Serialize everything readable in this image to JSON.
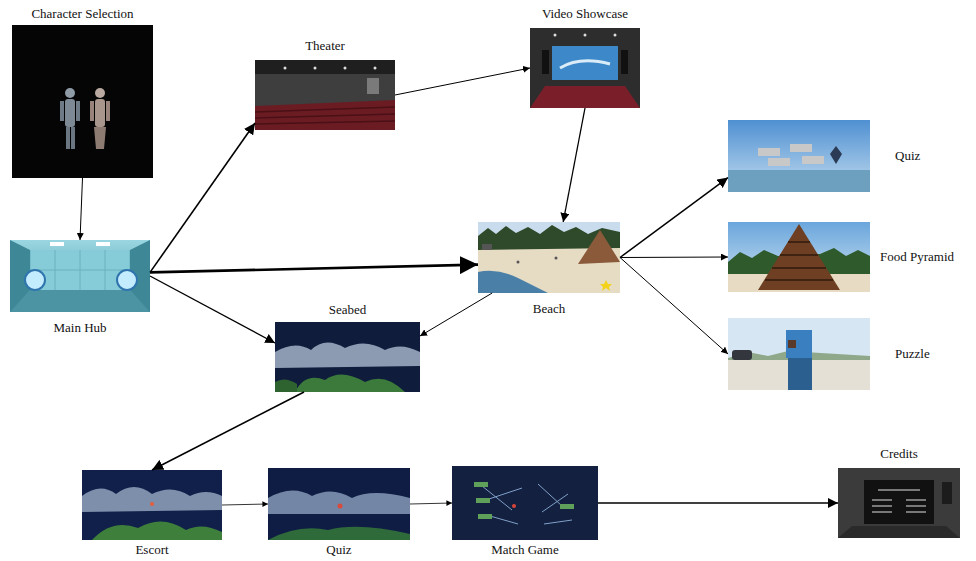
{
  "diagram": {
    "nodes": [
      {
        "text": [
          "Character Selection"
        ]
      },
      {
        "text": [
          "Main Hub"
        ]
      },
      {
        "text": [
          "Theater"
        ]
      },
      {
        "text": [
          "Video Showcase"
        ]
      },
      {
        "text": [
          "Beach"
        ]
      },
      {
        "text": [
          "Quiz"
        ]
      },
      {
        "text": [
          "Food Pyramid"
        ]
      },
      {
        "text": [
          "Puzzle"
        ]
      },
      {
        "text": [
          "Seabed"
        ]
      },
      {
        "text": [
          "Escort"
        ]
      },
      {
        "text": [
          "Quiz"
        ]
      },
      {
        "text": [
          "Match Game"
        ]
      },
      {
        "text": [
          "Credits"
        ]
      }
    ],
    "edges": [
      {
        "from": 0,
        "to": 1,
        "arrow": "to"
      },
      {
        "from": 1,
        "to": 2,
        "arrow": "to"
      },
      {
        "from": 1,
        "to": 4,
        "arrow": "to"
      },
      {
        "from": 1,
        "to": 8,
        "arrow": "to"
      },
      {
        "from": 2,
        "to": 3,
        "arrow": "to"
      },
      {
        "from": 3,
        "to": 4,
        "arrow": "to"
      },
      {
        "from": 4,
        "to": 5,
        "arrow": "to"
      },
      {
        "from": 4,
        "to": 6,
        "arrow": "to"
      },
      {
        "from": 4,
        "to": 7,
        "arrow": "to"
      },
      {
        "from": 4,
        "to": 8,
        "arrow": "to"
      },
      {
        "from": 8,
        "to": 9,
        "arrow": "to"
      },
      {
        "from": 9,
        "to": 10,
        "arrow": "to"
      },
      {
        "from": 10,
        "to": 11,
        "arrow": "to"
      },
      {
        "from": 11,
        "to": 12,
        "arrow": "to"
      }
    ]
  }
}
